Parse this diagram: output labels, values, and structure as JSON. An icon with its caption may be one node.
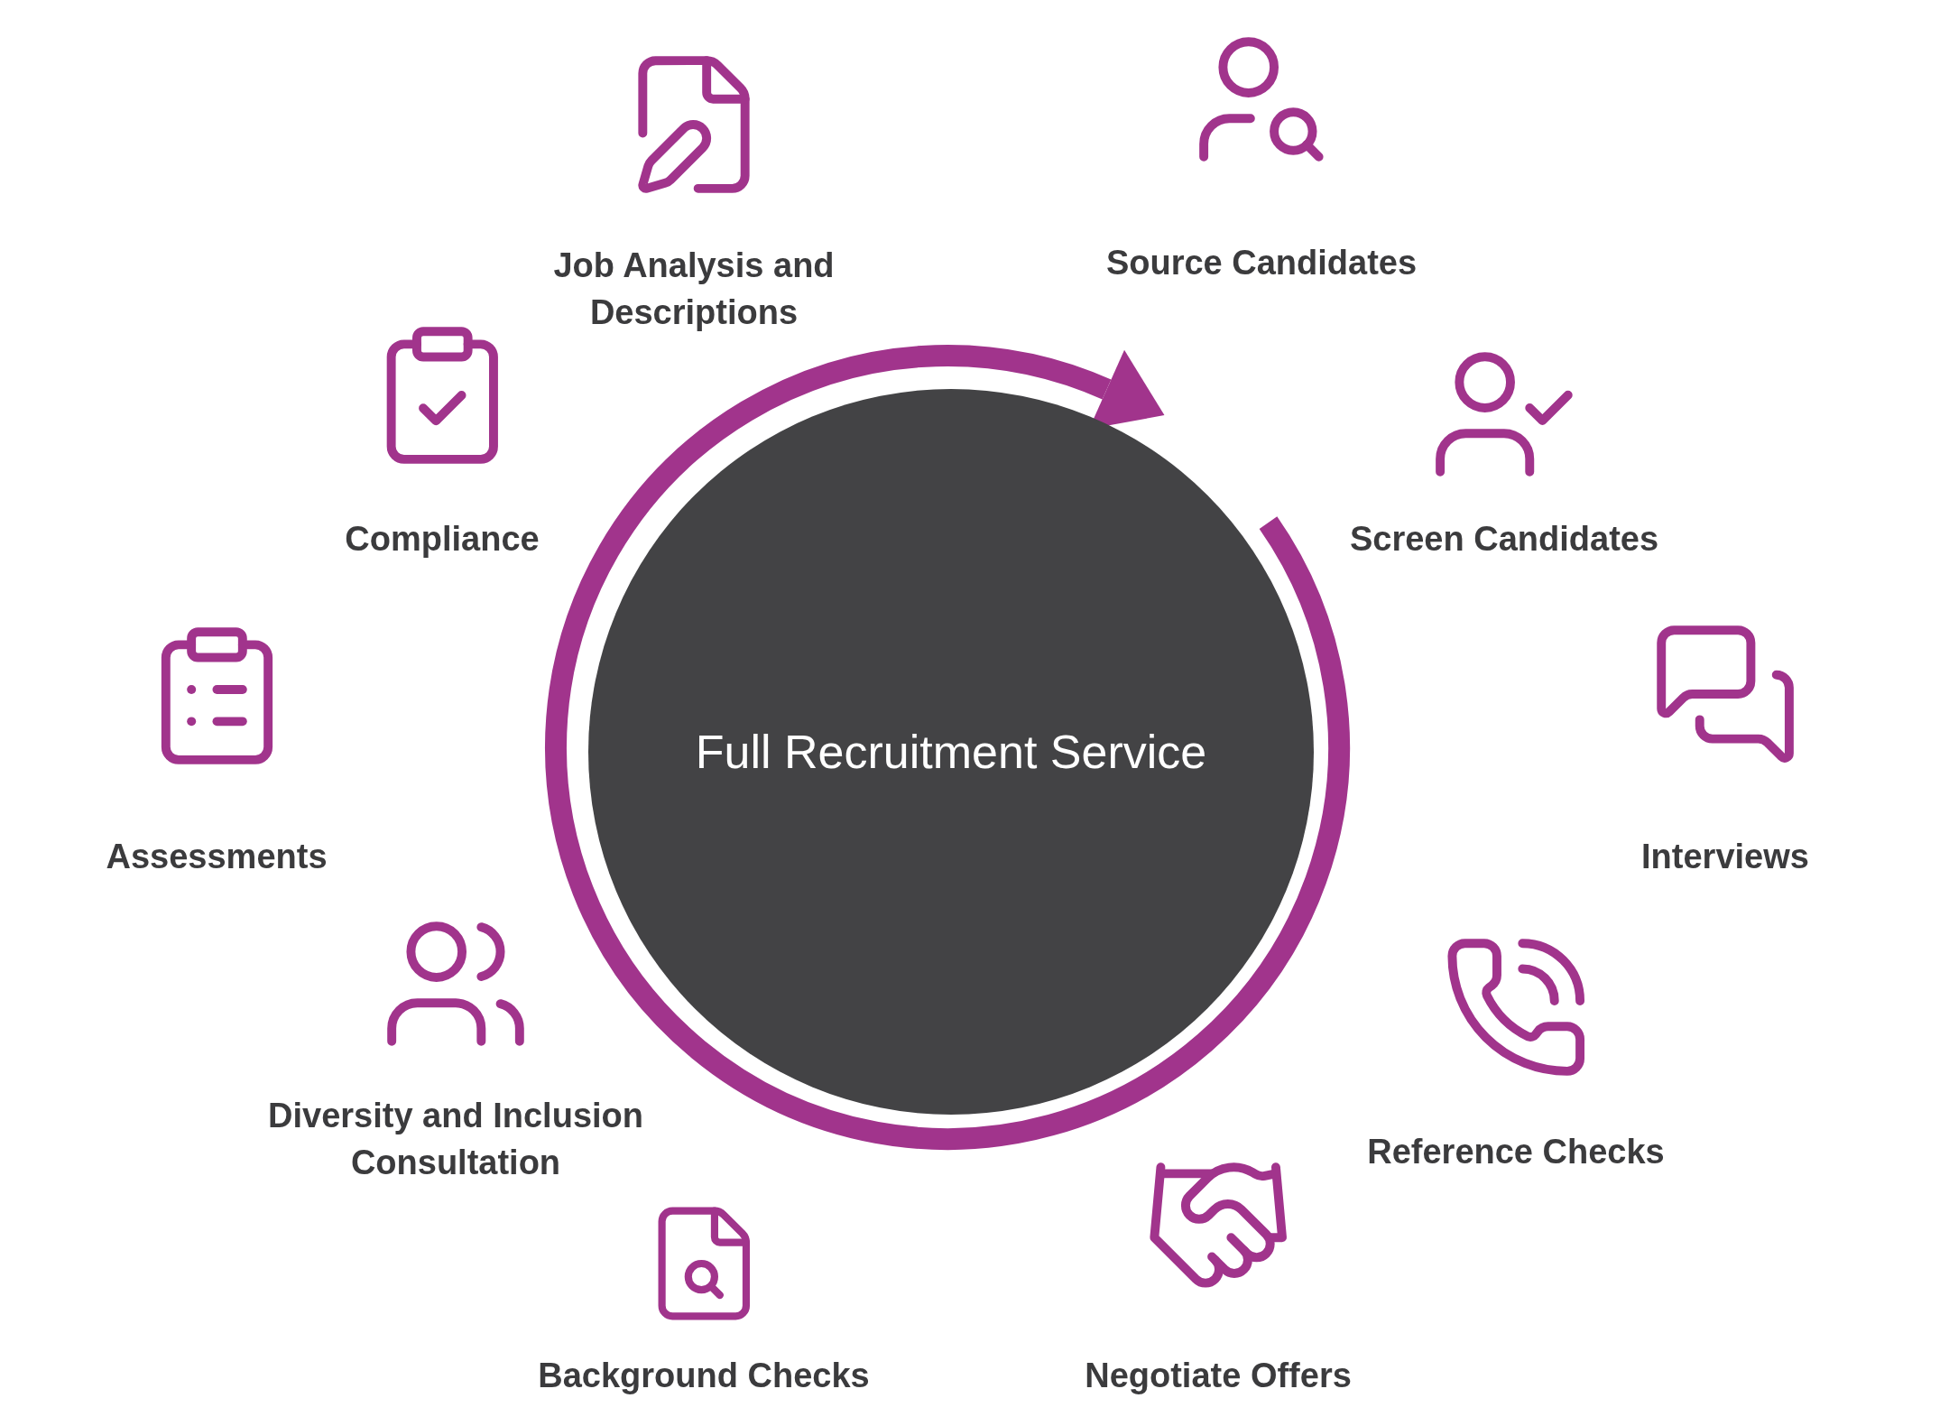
{
  "diagram": {
    "nodes": [
      {
        "text": [
          "Full Recruitment Service"
        ]
      },
      {
        "text": [
          "Job Analysis and Descriptions"
        ]
      },
      {
        "text": [
          "Source Candidates"
        ]
      },
      {
        "text": [
          "Screen Candidates"
        ]
      },
      {
        "text": [
          "Interviews"
        ]
      },
      {
        "text": [
          "Reference Checks"
        ]
      },
      {
        "text": [
          "Negotiate Offers"
        ]
      },
      {
        "text": [
          "Background Checks"
        ]
      },
      {
        "text": [
          "Diversity and Inclusion Consultation"
        ]
      },
      {
        "text": [
          "Assessments"
        ]
      },
      {
        "text": [
          "Compliance"
        ]
      }
    ]
  }
}
